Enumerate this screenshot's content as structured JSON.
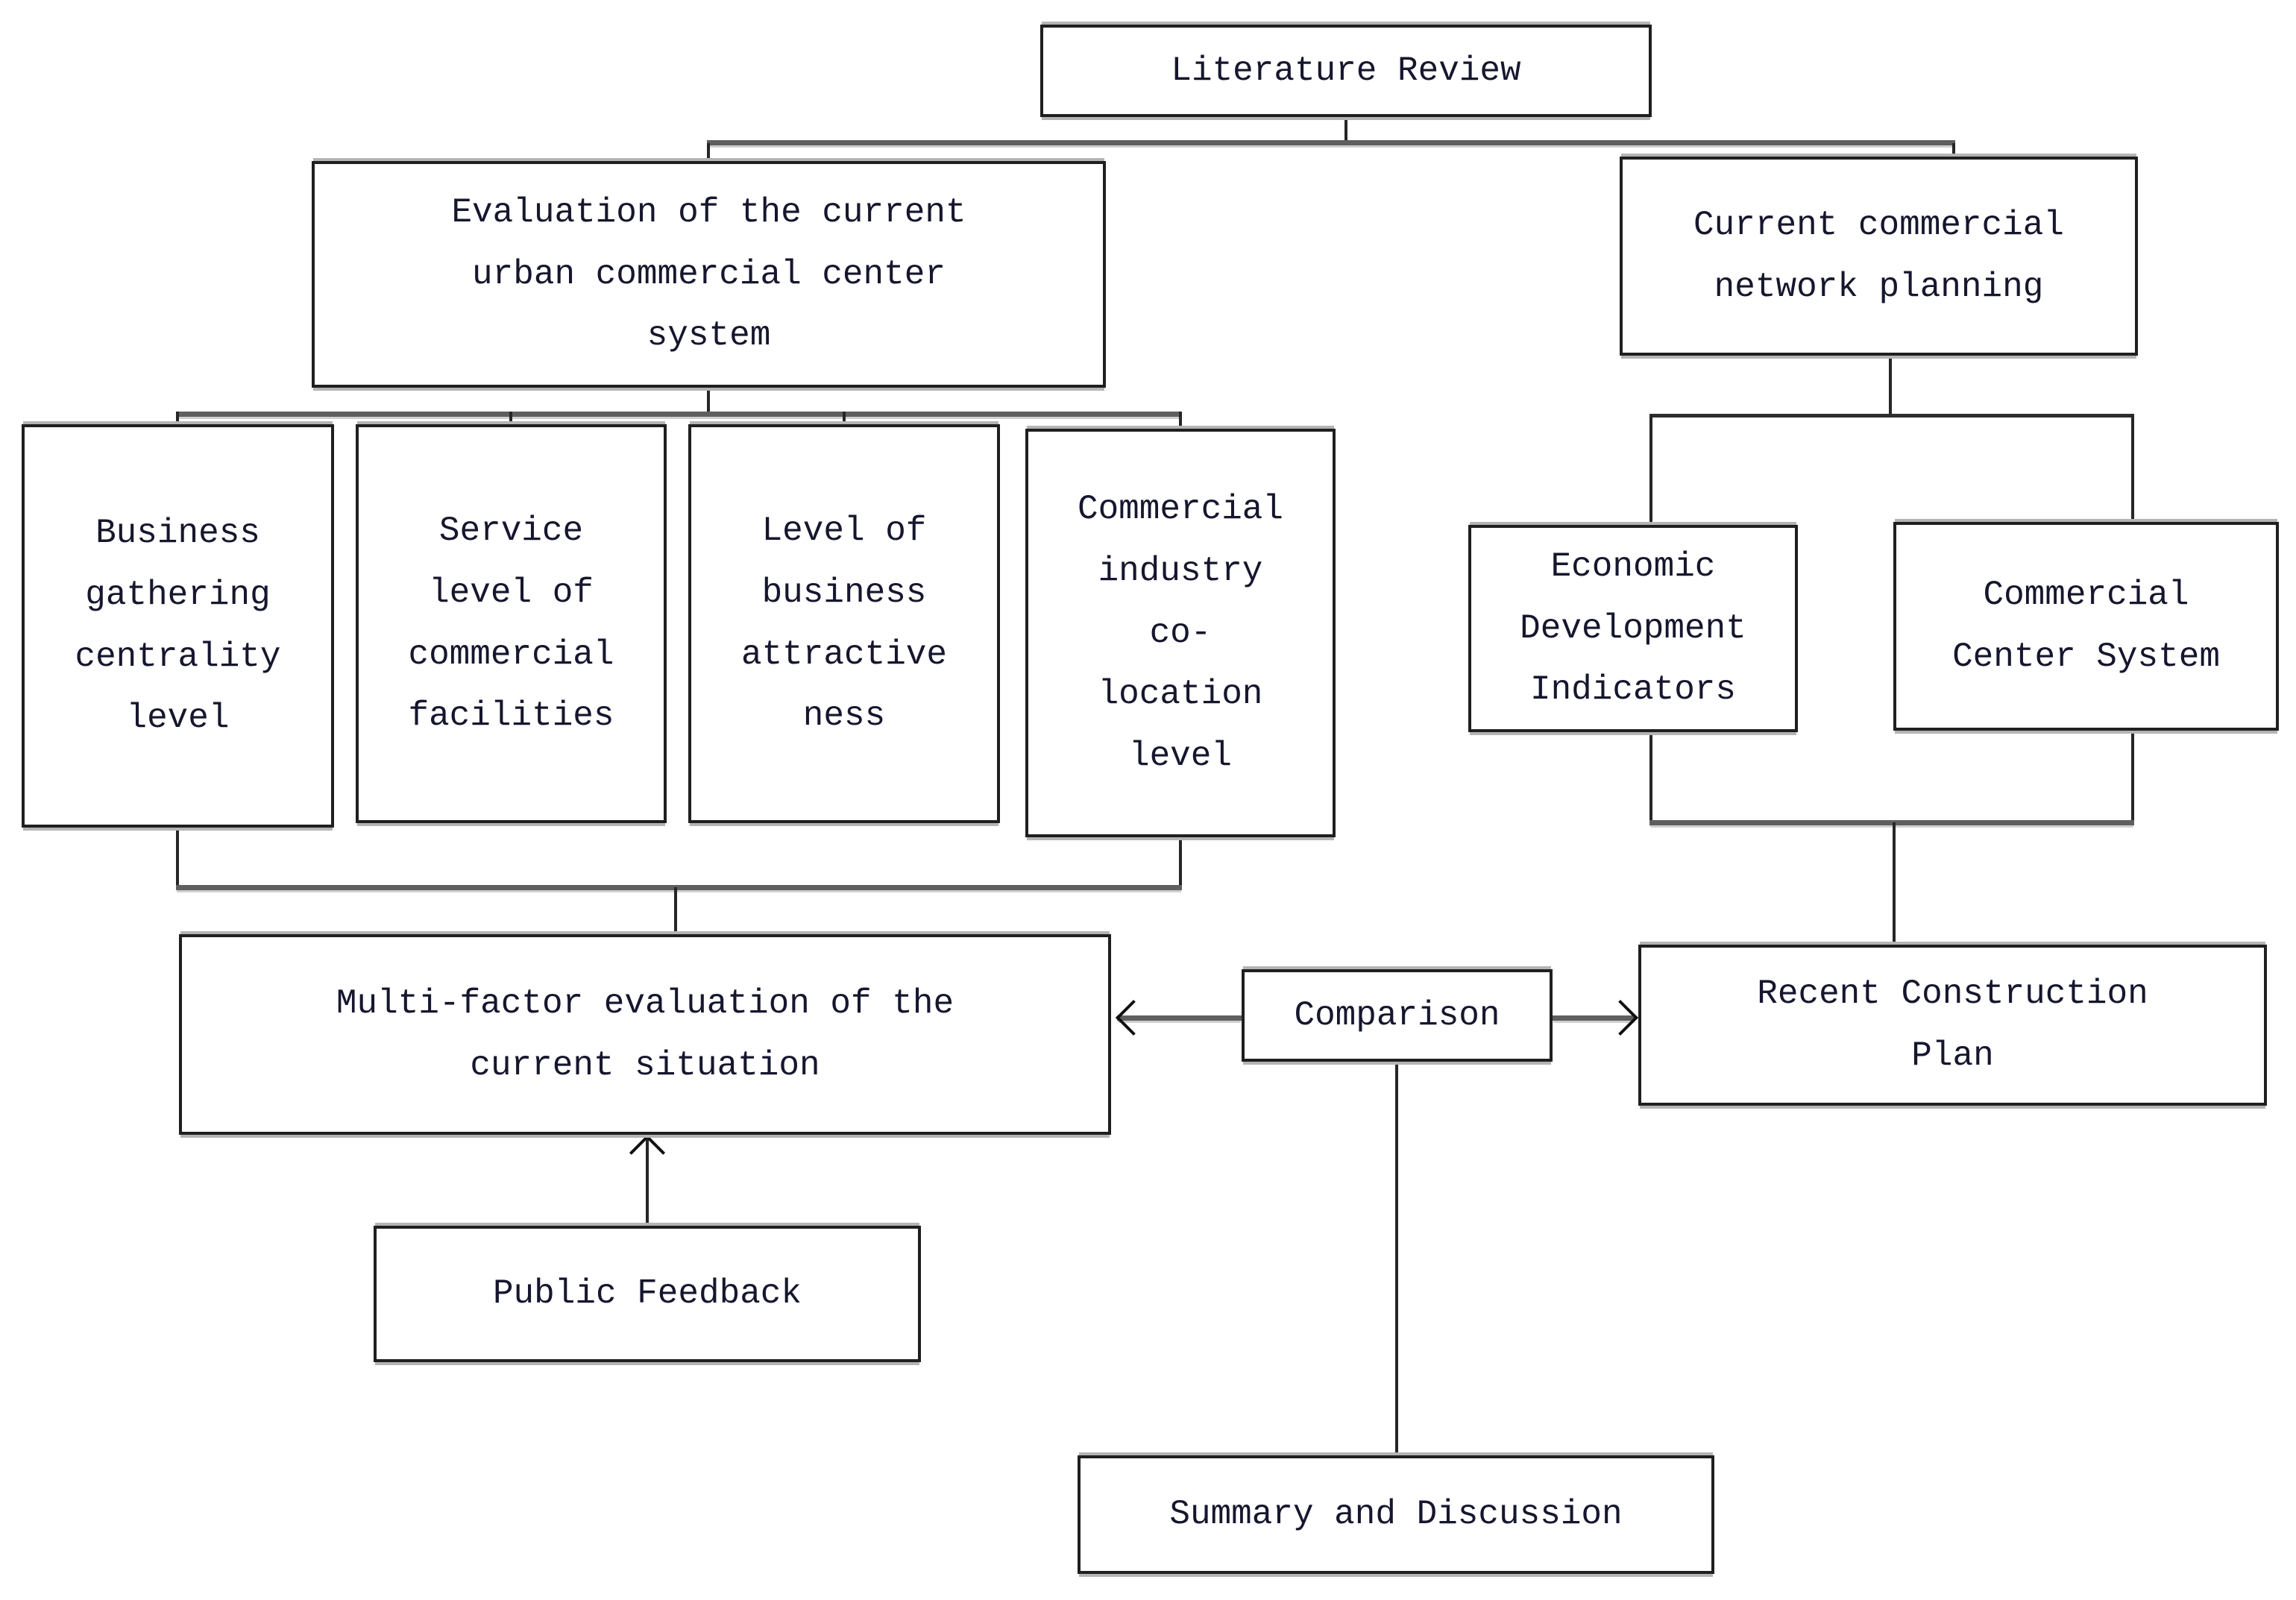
{
  "title": "Research framework flowchart",
  "colors": {
    "background": "#ffffff",
    "box_border": "#1f1f1f",
    "text": "#16162e",
    "thin_line": "#262626",
    "thick_line": "#5f5f5f",
    "arrowhead": "#101010"
  },
  "nodes": {
    "literature_review": "Literature Review",
    "evaluation_current_system": "Evaluation of the current\nurban commercial center\nsystem",
    "current_network_planning": "Current commercial\nnetwork planning",
    "business_gathering": "Business\ngathering\ncentrality\nlevel",
    "service_level": "Service\nlevel of\ncommercial\nfacilities",
    "business_attractiveness": "Level of\nbusiness\nattractive\nness",
    "industry_colocation": "Commercial\nindustry\nco-\nlocation\nlevel",
    "economic_indicators": "Economic\nDevelopment\nIndicators",
    "commercial_center_system": "Commercial\nCenter System",
    "multi_factor_evaluation": "Multi-factor evaluation of the\ncurrent situation",
    "comparison": "Comparison",
    "recent_construction_plan": "Recent Construction\nPlan",
    "public_feedback": "Public Feedback",
    "summary_discussion": "Summary and Discussion"
  }
}
